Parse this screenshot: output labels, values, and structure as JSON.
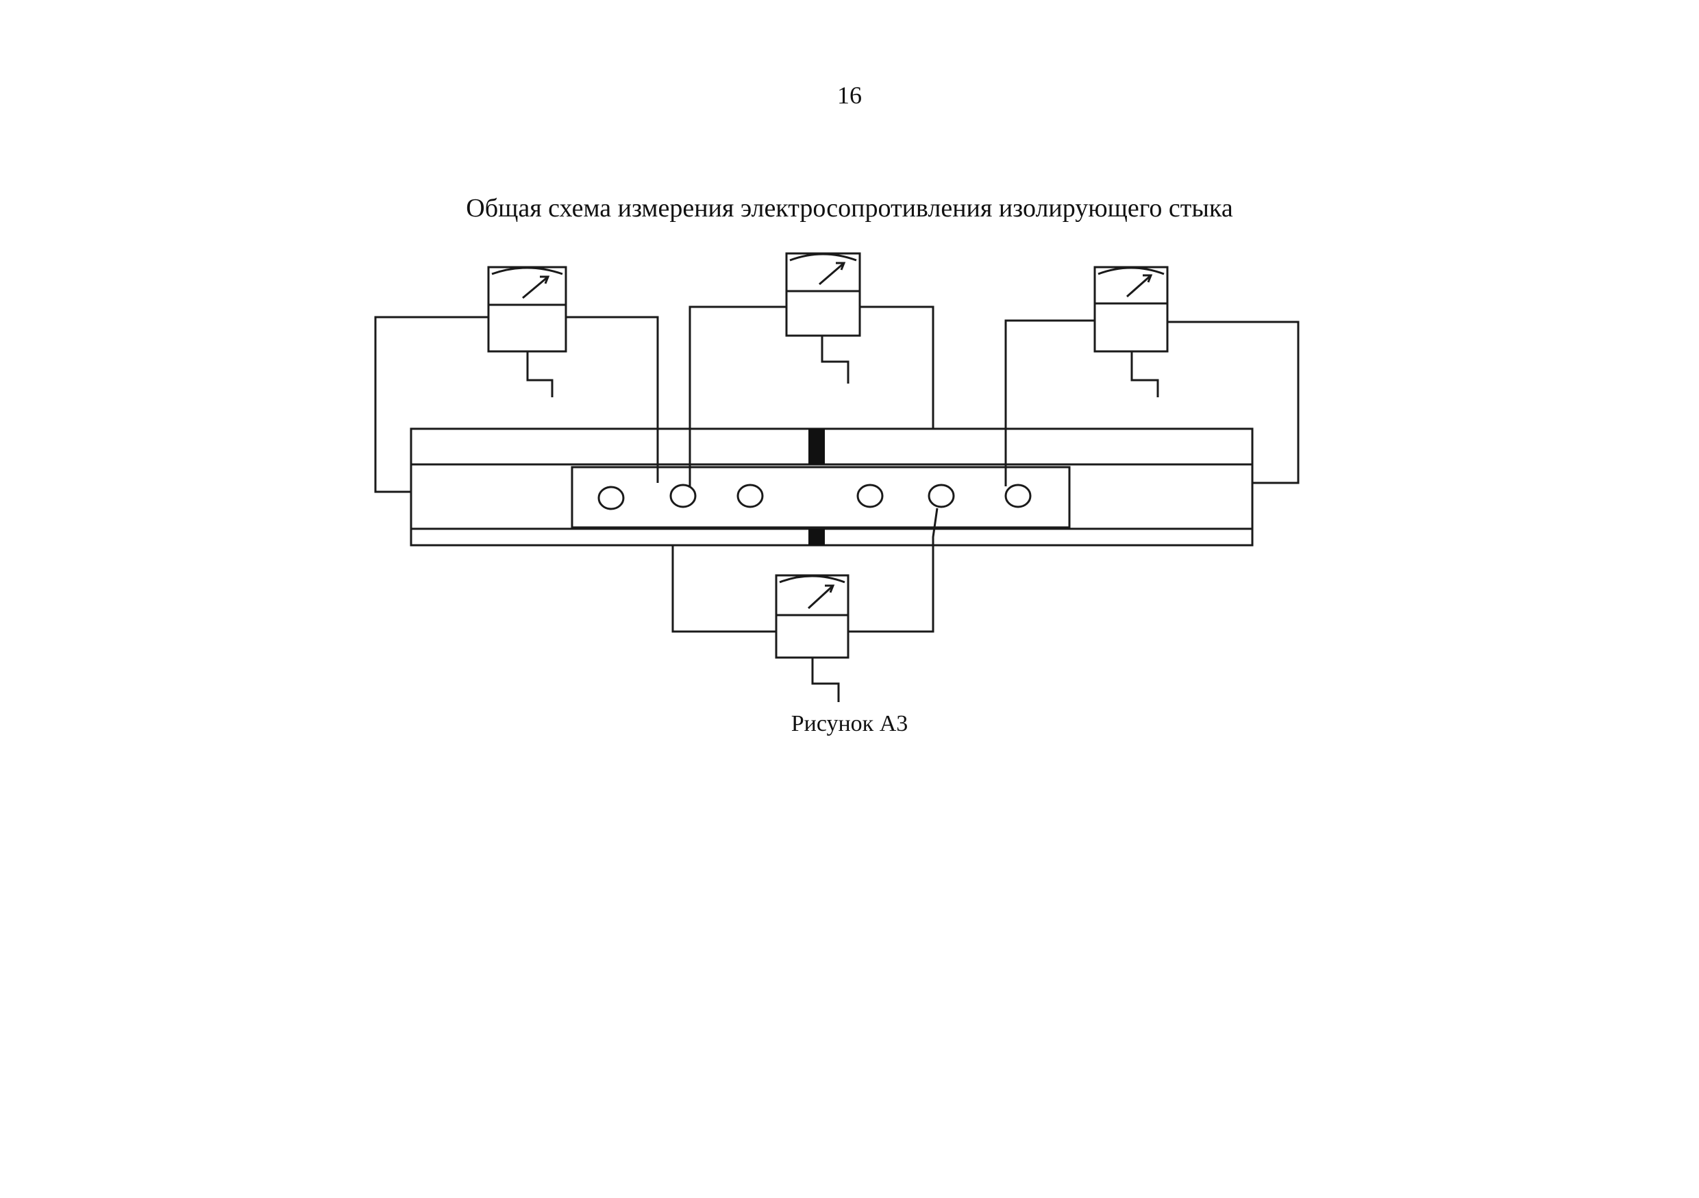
{
  "page": {
    "number": "16",
    "title": "Общая схема измерения электросопротивления изолирующего стыка",
    "caption": "Рисунок А3"
  },
  "diagram": {
    "meters": [
      {
        "id": "meter-top-left",
        "icon": "meter-gauge-icon"
      },
      {
        "id": "meter-top-center",
        "icon": "meter-gauge-icon"
      },
      {
        "id": "meter-top-right",
        "icon": "meter-gauge-icon"
      },
      {
        "id": "meter-bottom-center",
        "icon": "meter-gauge-icon"
      }
    ],
    "bolt_holes": 6,
    "insulating_gaps": 2
  }
}
